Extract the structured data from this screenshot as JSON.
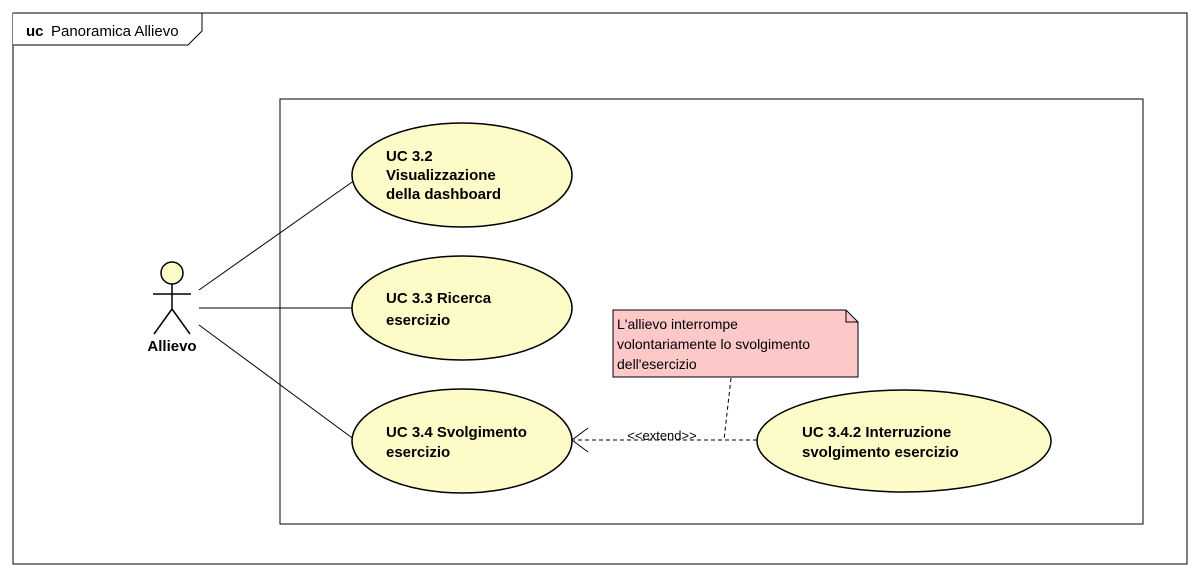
{
  "frame": {
    "keyword": "uc",
    "title": "Panoramica Allievo"
  },
  "actor": {
    "name": "Allievo"
  },
  "use_cases": {
    "uc32": {
      "lines": [
        "UC 3.2",
        "Visualizzazione",
        "della dashboard"
      ]
    },
    "uc33": {
      "lines": [
        "UC 3.3 Ricerca",
        "esercizio"
      ]
    },
    "uc34": {
      "lines": [
        "UC 3.4 Svolgimento",
        "esercizio"
      ]
    },
    "uc342": {
      "lines": [
        "UC 3.4.2 Interruzione",
        "svolgimento esercizio"
      ]
    }
  },
  "note": {
    "lines": [
      "L'allievo interrompe",
      "volontariamente lo svolgimento",
      "dell'esercizio"
    ]
  },
  "relations": {
    "extend_label": "<<extend>>"
  },
  "colors": {
    "use_case_fill": "#fdfcc9",
    "actor_head_fill": "#fdfcc9",
    "note_fill": "#fcc8c8",
    "line": "#000000"
  }
}
